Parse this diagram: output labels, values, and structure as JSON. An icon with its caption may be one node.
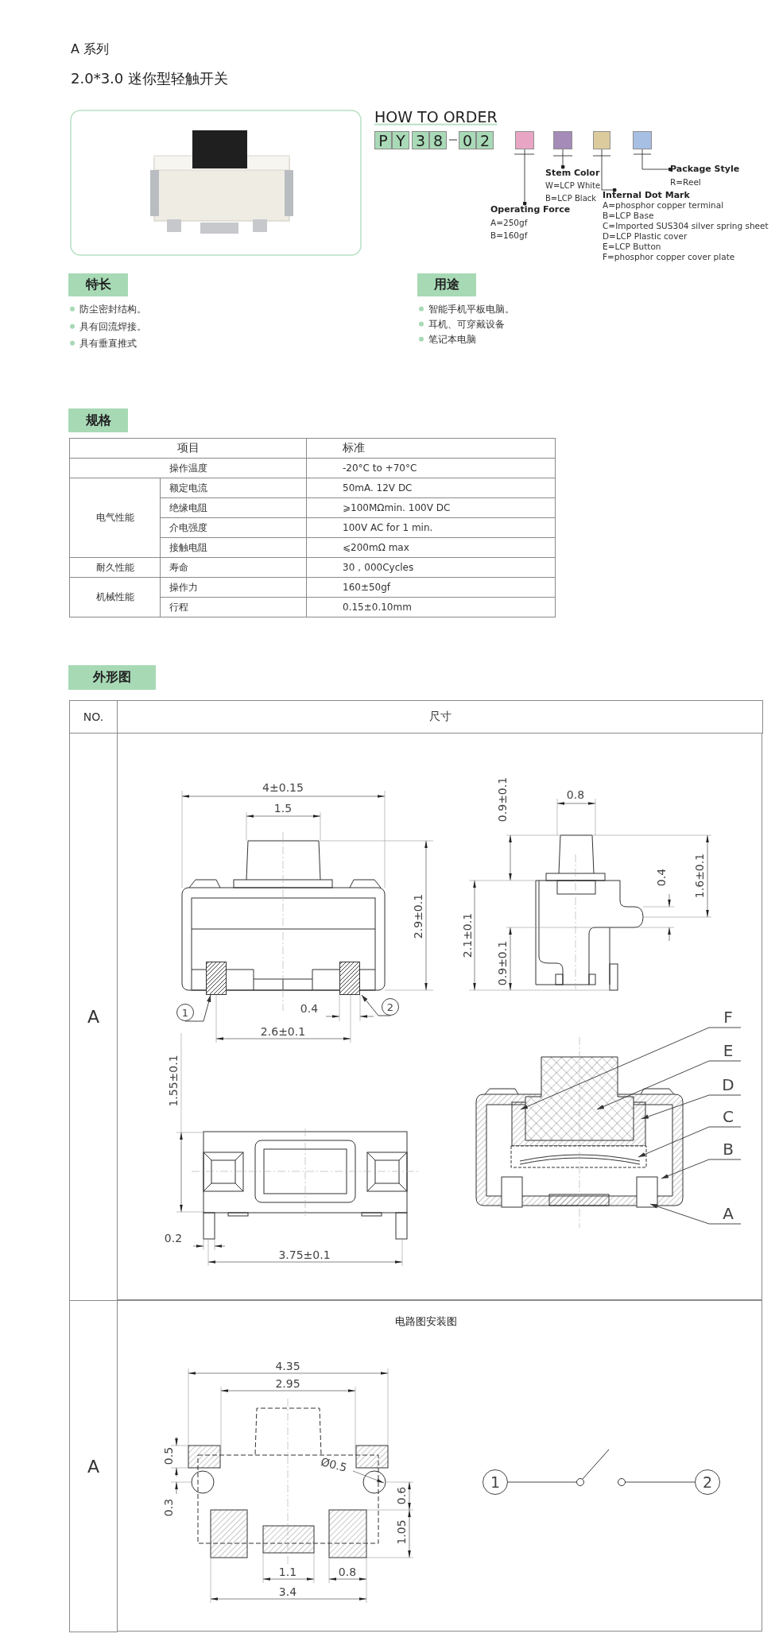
{
  "diagram": {
    "title": "2.0*3.0 迷你型轻触开关",
    "nodes": [
      {
        "text": [
          "P"
        ]
      },
      {
        "text": [
          "Y"
        ]
      },
      {
        "text": [
          "3"
        ]
      },
      {
        "text": [
          "8"
        ]
      },
      {
        "text": [
          "0"
        ]
      },
      {
        "text": [
          "2"
        ]
      },
      {
        "text": [],
        "shape": "box"
      },
      {
        "text": [],
        "shape": "box"
      },
      {
        "text": [],
        "shape": "box"
      },
      {
        "text": [],
        "shape": "box"
      },
      {
        "text": [
          "Operating Force",
          "A=250gf",
          "B=160gf"
        ]
      },
      {
        "text": [
          "Stem Color",
          "W=LCP White",
          "B=LCP Black"
        ]
      },
      {
        "text": [
          "Internal Dot Mark",
          "A=phosphor copper terminal",
          "B=LCP Base",
          "C=Imported SUS304 silver spring sheet",
          "D=LCP Plastic cover",
          "E=LCP Button",
          "F=phosphor copper cover plate"
        ]
      },
      {
        "text": [
          "Package Style",
          "R=Reel"
        ]
      },
      {
        "text": [
          "特长"
        ],
        "beside": [
          "防尘密封结构。",
          "具有回流焊接。",
          "具有垂直推式"
        ]
      },
      {
        "text": [
          "用途"
        ],
        "beside": [
          "智能手机平板电脑。",
          "耳机、可穿戴设备",
          "笔记本电脑"
        ]
      },
      {
        "text": [
          "规格"
        ]
      },
      {
        "text": [
          "外形图"
        ]
      },
      {
        "text": [
          "1"
        ]
      },
      {
        "text": [
          "2"
        ]
      },
      {
        "text": [
          "F"
        ]
      },
      {
        "text": [
          "E"
        ]
      },
      {
        "text": [
          "D"
        ]
      },
      {
        "text": [
          "C"
        ]
      },
      {
        "text": [
          "B"
        ]
      },
      {
        "text": [
          "A"
        ]
      },
      {
        "text": [
          "1"
        ]
      },
      {
        "text": [],
        "shape": "circle"
      },
      {
        "text": [],
        "shape": "circle"
      },
      {
        "text": [
          "2"
        ]
      },
      {
        "text": [],
        "shape": "box"
      },
      {
        "text": [],
        "shape": "box"
      }
    ],
    "edges": [
      {
        "from": 6,
        "to": 10,
        "arrow": "other"
      },
      {
        "from": 7,
        "to": 11,
        "arrow": "other"
      },
      {
        "from": 8,
        "to": 12,
        "arrow": "other"
      },
      {
        "from": 9,
        "to": 13,
        "arrow": "other"
      },
      {
        "from": 18,
        "to": 30,
        "arrow": "to"
      },
      {
        "from": 19,
        "to": 31,
        "arrow": "to"
      },
      {
        "from": 20,
        "to": null,
        "arrow": "to"
      },
      {
        "from": 21,
        "to": null,
        "arrow": "to"
      },
      {
        "from": 22,
        "to": null,
        "arrow": "to"
      },
      {
        "from": 23,
        "to": null,
        "arrow": "to"
      },
      {
        "from": 24,
        "to": null,
        "arrow": "to"
      },
      {
        "from": 25,
        "to": null,
        "arrow": "to"
      },
      {
        "from": 26,
        "to": 27,
        "arrow": "none"
      },
      {
        "from": 28,
        "to": 29,
        "arrow": "none"
      }
    ],
    "labels": [
      "A 系列",
      "HOW TO ORDER",
      "项目",
      "标准",
      "操作温度",
      "-20°C to +70°C",
      "电气性能",
      "额定电流",
      "50mA. 12V DC",
      "绝缘电阻",
      "⩾100MΩmin. 100V DC",
      "介电强度",
      "100V AC for 1 min.",
      "接触电阻",
      "⩽200mΩ max",
      "耐久性能",
      "寿命",
      "30，000Cycles",
      "机械性能",
      "操作力",
      "160±50gf",
      "行程",
      "0.15±0.10mm",
      "NO.",
      "尺寸",
      "A",
      "4±0.15",
      "0.9±0.1",
      "0.8",
      "1.5",
      "0.4",
      "1.6±0.1",
      "2.9±0.1",
      "2.1±0.1",
      "0.9±0.1",
      "0.4",
      "2.6±0.1",
      "1.55±0.1",
      "0.2",
      "3.75±0.1",
      "A",
      "电路图安装图",
      "4.35",
      "2.95",
      "0.5",
      "Ø0.5",
      "0.3",
      "0.6",
      "1.05",
      "1.1",
      "0.8",
      "3.4"
    ]
  }
}
